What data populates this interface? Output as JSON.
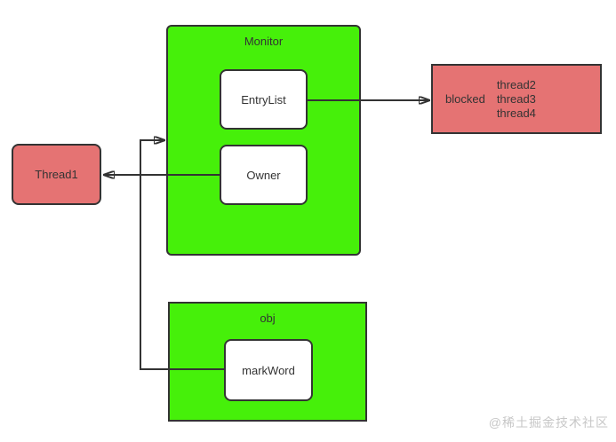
{
  "colors": {
    "node-green": "#46f00a",
    "node-salmon": "#e57373",
    "stroke": "#333333",
    "text": "#333333",
    "watermark": "#c7c7c7",
    "canvas": "#ffffff"
  },
  "nodes": {
    "monitor": {
      "label": "Monitor"
    },
    "entry_list": {
      "label": "EntryList"
    },
    "owner": {
      "label": "Owner"
    },
    "thread1": {
      "label": "Thread1"
    },
    "blocked": {
      "label": "blocked",
      "threads": [
        "thread2",
        "thread3",
        "thread4"
      ]
    },
    "obj": {
      "label": "obj"
    },
    "mark_word": {
      "label": "markWord"
    }
  },
  "watermark": {
    "text": "@稀土掘金技术社区"
  }
}
